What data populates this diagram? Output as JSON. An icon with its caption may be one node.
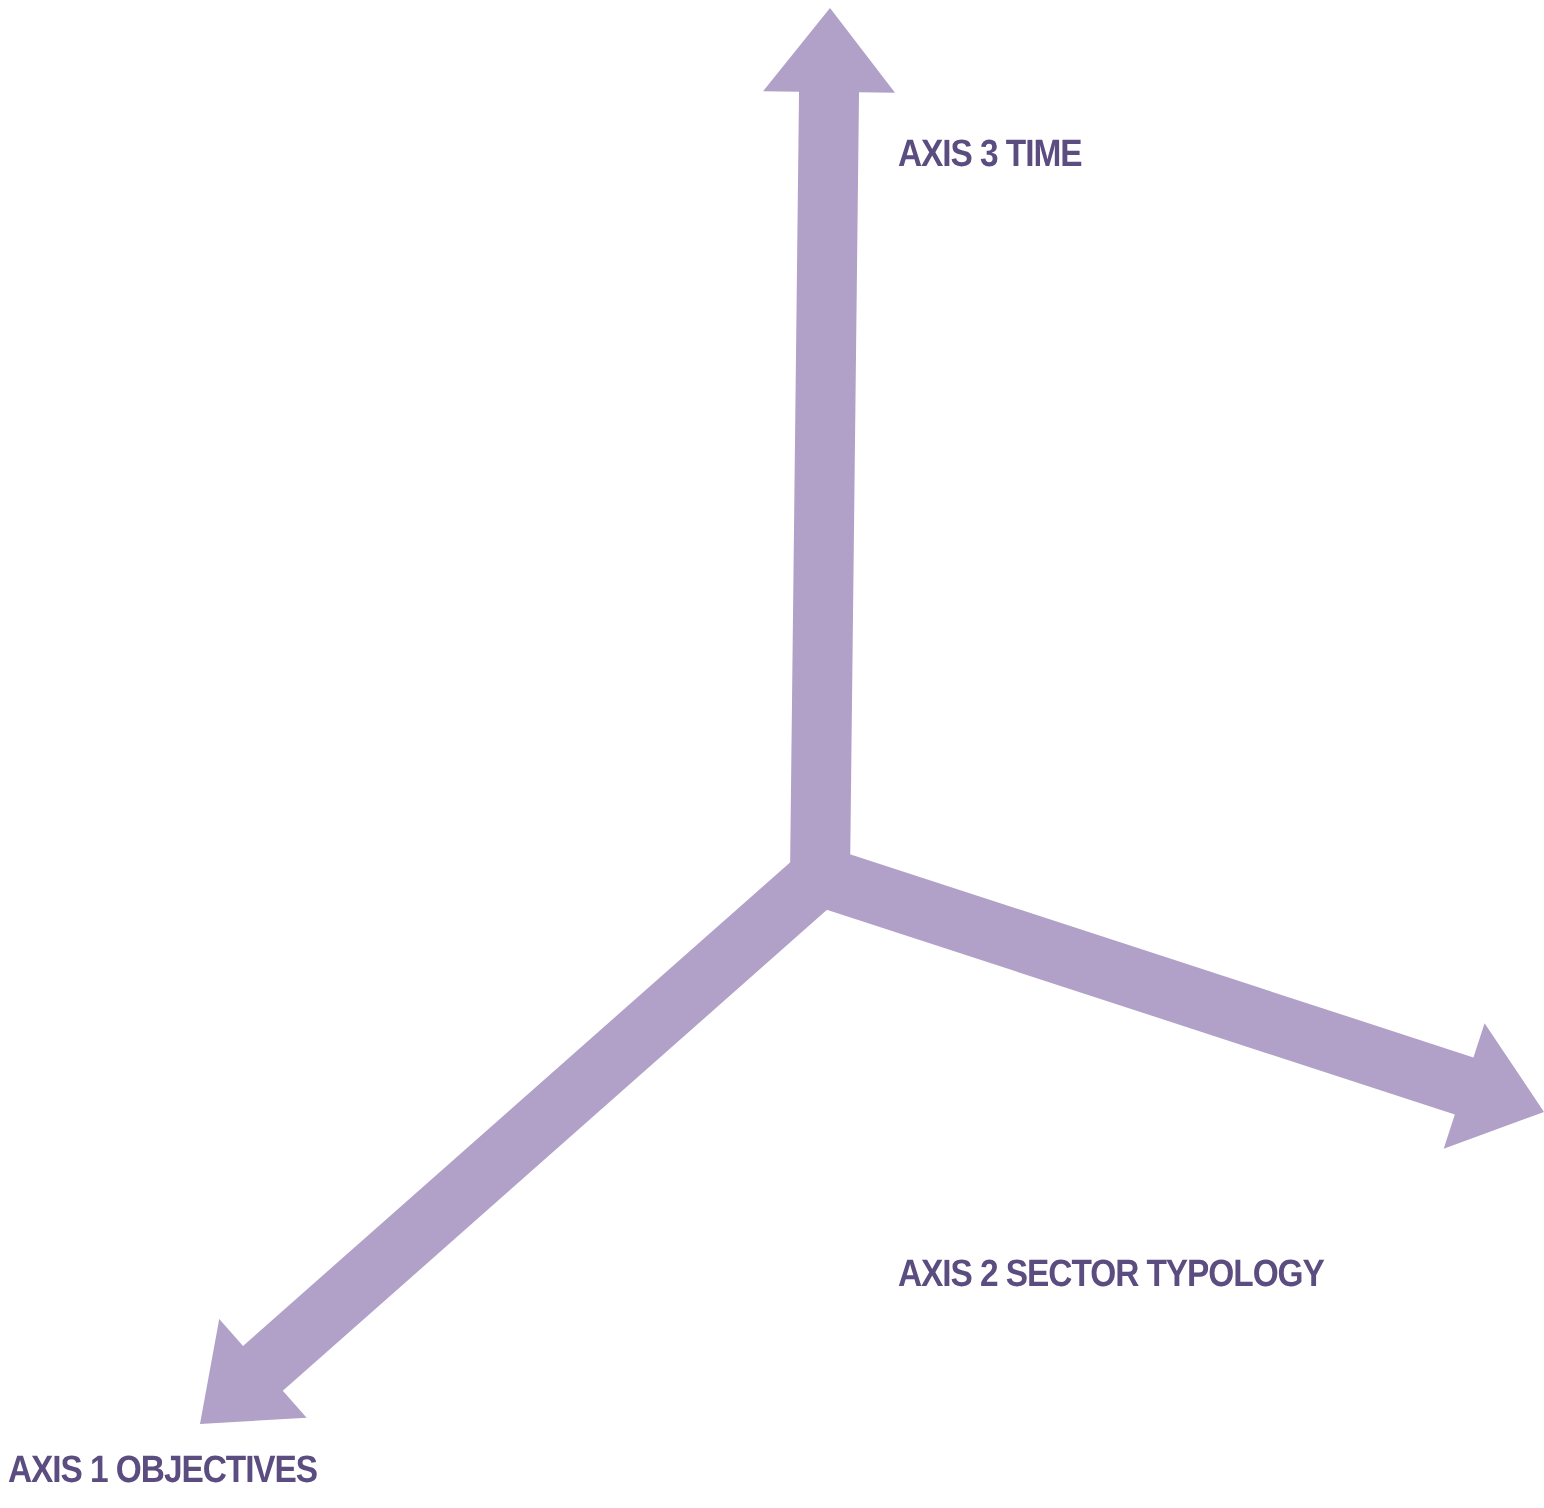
{
  "diagram": {
    "labels": [
      "AXIS 3 TIME",
      "AXIS 2 SECTOR TYPOLOGY",
      "AXIS 1 OBJECTIVES"
    ]
  }
}
